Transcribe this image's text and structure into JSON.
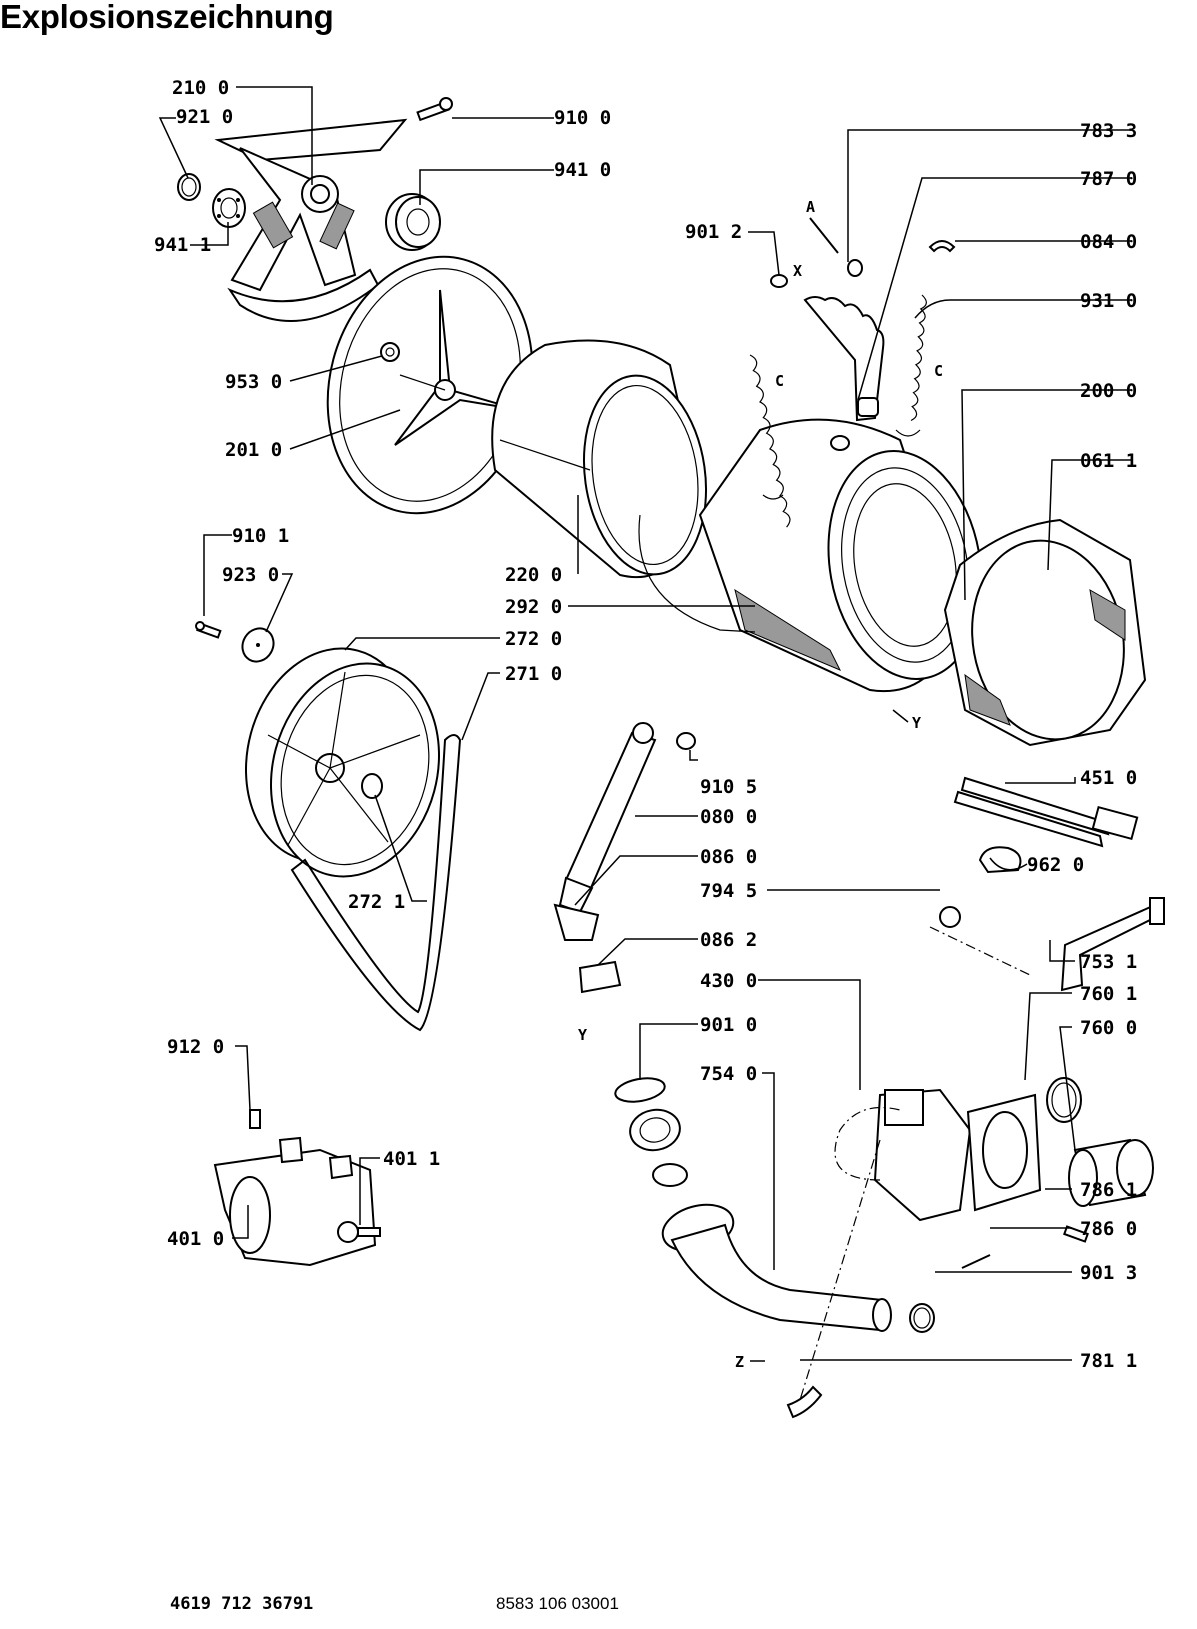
{
  "title": "Explosionszeichnung",
  "footer": {
    "code_left": "4619 712 36791",
    "code_right": "8583 106 03001"
  },
  "labels": {
    "l2100": "210 0",
    "l9210": "921 0",
    "l9100": "910 0",
    "l9410": "941 0",
    "l9411": "941 1",
    "l7833": "783 3",
    "l7870": "787 0",
    "l9012": "901 2",
    "l0840": "084 0",
    "l9310": "931 0",
    "l9530": "953 0",
    "l2000": "200 0",
    "l2010": "201 0",
    "l0611": "061 1",
    "l9101": "910 1",
    "l9230": "923 0",
    "l2200": "220 0",
    "l2920": "292 0",
    "l2720": "272 0",
    "l2710": "271 0",
    "l4510": "451 0",
    "l9105": "910 5",
    "l0800": "080 0",
    "l9620": "962 0",
    "l0860": "086 0",
    "l7945": "794 5",
    "l2721": "272 1",
    "l0862": "086 2",
    "l7531": "753 1",
    "l4300": "430 0",
    "l7601": "760 1",
    "l9010": "901 0",
    "l7600": "760 0",
    "l9120": "912 0",
    "l7540": "754 0",
    "l4011": "401 1",
    "l7861": "786 1",
    "l4010": "401 0",
    "l7860": "786 0",
    "l9013": "901 3",
    "l7811": "781 1"
  },
  "letters": {
    "a": "A",
    "x": "X",
    "c1": "C",
    "c2": "C",
    "y1": "Y",
    "y2": "Y",
    "z": "Z"
  }
}
